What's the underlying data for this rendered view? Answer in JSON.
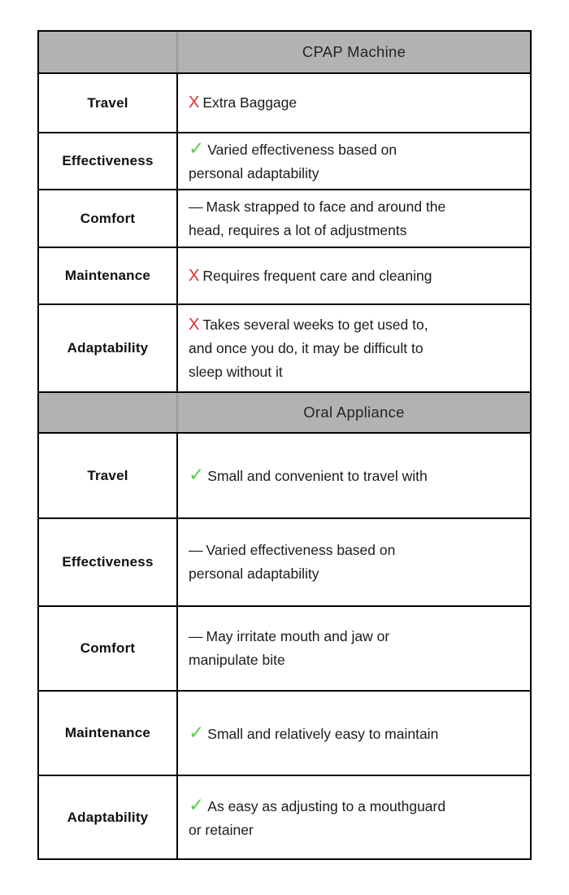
{
  "colors": {
    "header_bg": "#b2b2b2",
    "cross_red": "#db2d2d",
    "check_green": "#55d04c",
    "border": "#000000",
    "text": "#1b1b1b"
  },
  "table": {
    "sections": [
      {
        "header": "CPAP Machine",
        "rows": [
          {
            "label": "Travel",
            "mark": "X",
            "mark_type": "cross",
            "text": "Extra Baggage"
          },
          {
            "label": "Effectiveness",
            "mark": "✓",
            "mark_type": "check",
            "text": "Varied effectiveness based on\npersonal adaptability"
          },
          {
            "label": "Comfort",
            "mark": "—",
            "mark_type": "dash",
            "text": "Mask strapped to face and around the\nhead, requires a lot of adjustments"
          },
          {
            "label": "Maintenance",
            "mark": "X",
            "mark_type": "cross",
            "text": "Requires frequent care and cleaning"
          },
          {
            "label": "Adaptability",
            "mark": "X",
            "mark_type": "cross",
            "text": "Takes several weeks to get used to,\nand once you do, it may be difficult to\nsleep without it"
          }
        ]
      },
      {
        "header": "Oral Appliance",
        "rows": [
          {
            "label": "Travel",
            "mark": "✓",
            "mark_type": "check",
            "text": "Small and convenient to travel with"
          },
          {
            "label": "Effectiveness",
            "mark": "—",
            "mark_type": "dash",
            "text": "Varied effectiveness based on\npersonal adaptability"
          },
          {
            "label": "Comfort",
            "mark": "—",
            "mark_type": "dash",
            "text": "May irritate mouth and jaw or\nmanipulate bite"
          },
          {
            "label": "Maintenance",
            "mark": "✓",
            "mark_type": "check",
            "text": "Small and relatively easy to maintain"
          },
          {
            "label": "Adaptability",
            "mark": "✓",
            "mark_type": "check",
            "text": "As easy as adjusting to a mouthguard\nor retainer"
          }
        ]
      }
    ]
  }
}
